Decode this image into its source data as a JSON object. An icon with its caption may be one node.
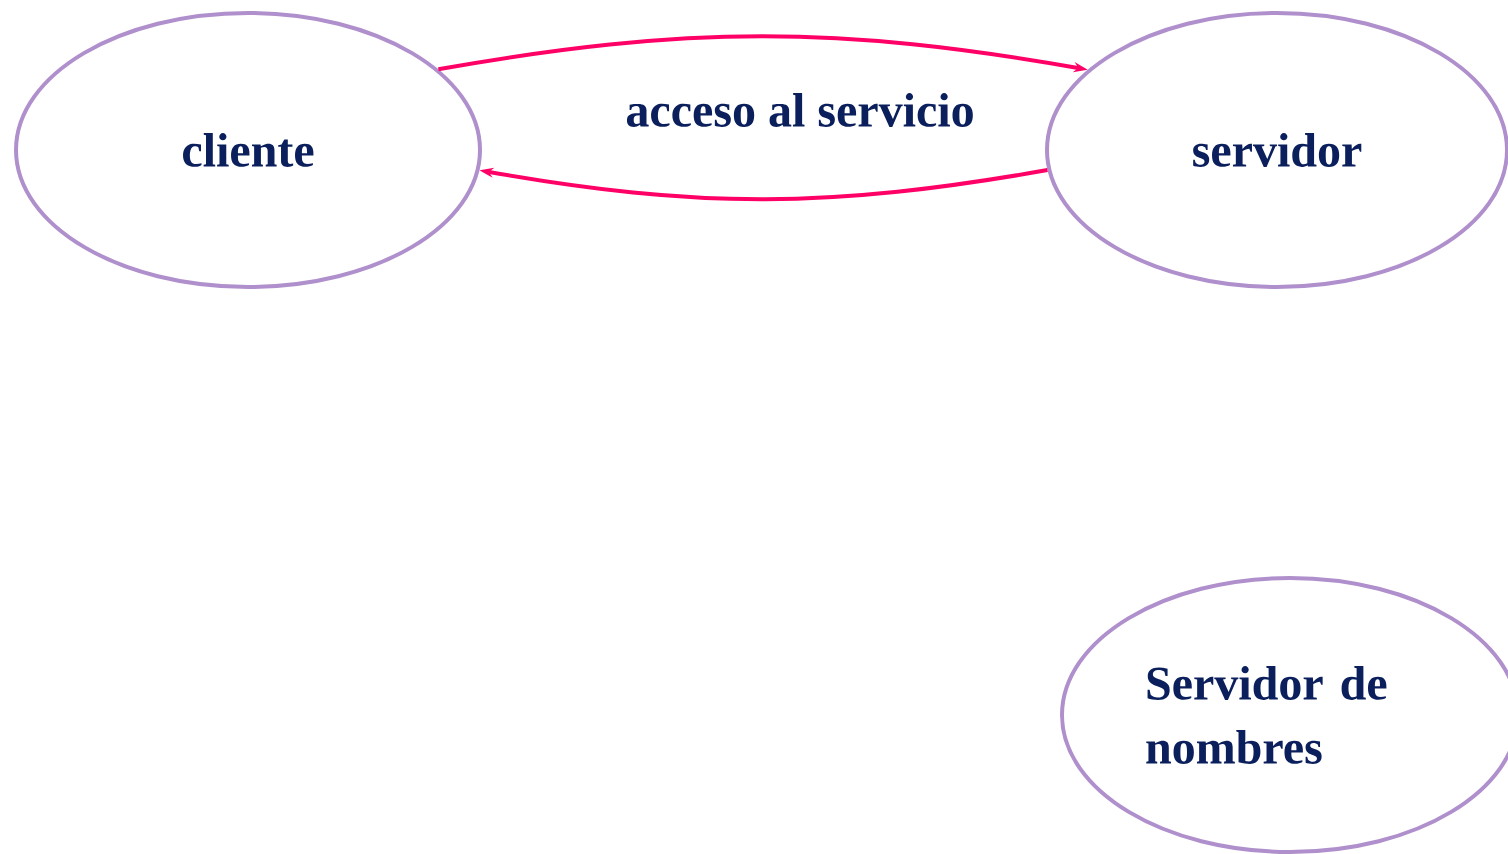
{
  "diagram": {
    "nodes": [
      {
        "text": [
          "cliente"
        ]
      },
      {
        "text": [
          "servidor"
        ]
      },
      {
        "text": [
          "Servidor de nombres"
        ]
      }
    ],
    "edges": [
      {
        "from": 0,
        "to": 1,
        "arrow": "to",
        "label": "acceso al servicio"
      },
      {
        "from": 1,
        "to": 0,
        "arrow": "to"
      }
    ]
  }
}
